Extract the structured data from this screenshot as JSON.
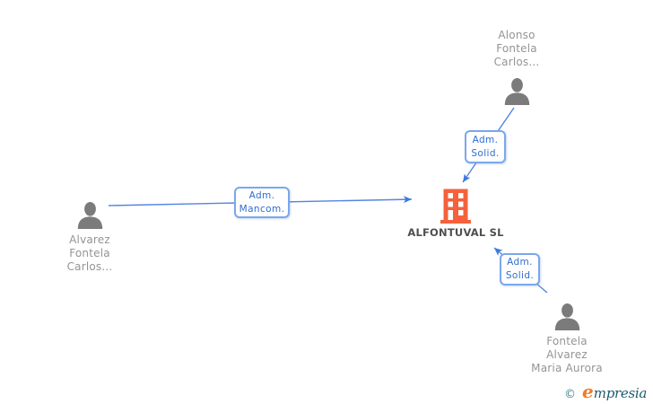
{
  "diagram": {
    "company": {
      "name": "ALFONTUVAL SL"
    },
    "people": [
      {
        "name_lines": [
          "Alonso",
          "Fontela",
          "Carlos..."
        ]
      },
      {
        "name_lines": [
          "Alvarez",
          "Fontela",
          "Carlos..."
        ]
      },
      {
        "name_lines": [
          "Fontela",
          "Alvarez",
          "Maria Aurora"
        ]
      }
    ],
    "relations": [
      {
        "line1": "Adm.",
        "line2": "Solid."
      },
      {
        "line1": "Adm.",
        "line2": "Mancom."
      },
      {
        "line1": "Adm.",
        "line2": "Solid."
      }
    ]
  },
  "footer": {
    "copyright_symbol": "©",
    "brand_initial": "e",
    "brand_rest": "mpresia"
  },
  "colors": {
    "edge_blue": "#5585e2",
    "arrow_blue": "#3c79df",
    "box_border_blue": "#7aa7ec",
    "box_text_blue": "#2e6ecf",
    "person_gray": "#7b7b7b",
    "label_gray": "#949494",
    "company_label_gray": "#4f4f4f",
    "building_orange": "#f4613c",
    "logo_copyright_teal": "#4a8193",
    "logo_e_orange": "#ee7c26",
    "logo_text_teal": "#1d5a6e"
  }
}
